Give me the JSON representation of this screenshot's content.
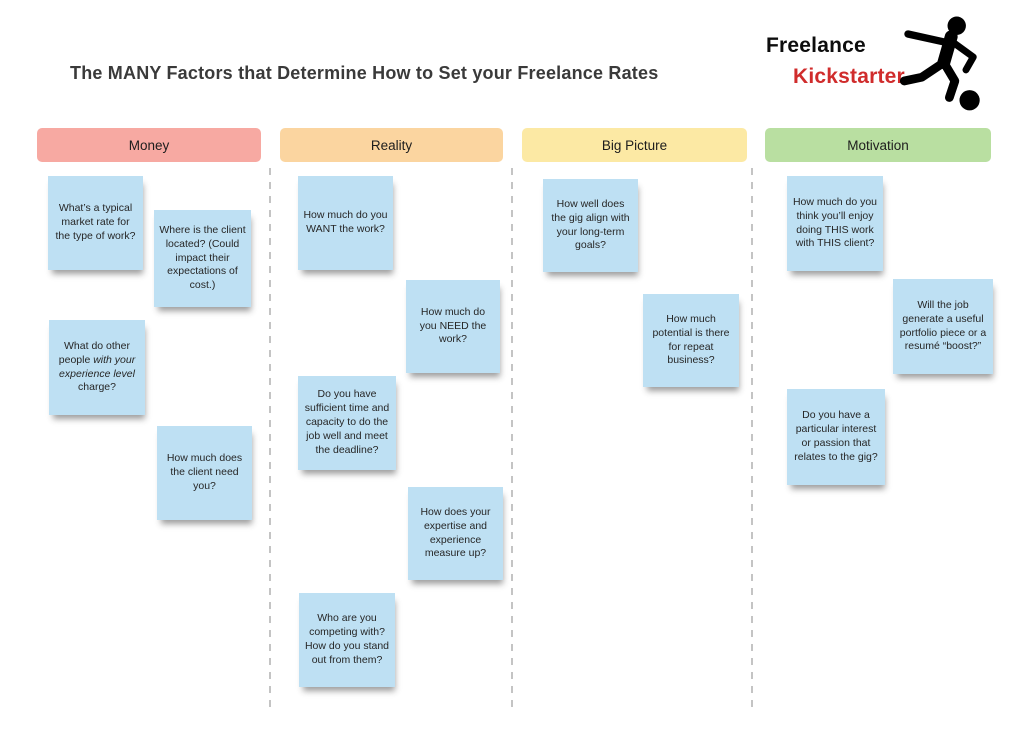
{
  "page": {
    "title": "The MANY Factors that Determine How to Set your Freelance Rates"
  },
  "logo": {
    "word1": "Freelance",
    "word2": "Kickstarter",
    "word2_color": "#d02c2c",
    "icon": "kicking-person-icon"
  },
  "colors": {
    "background": "#ffffff",
    "note": "#bee0f3",
    "divider": "#c4c4c4",
    "title_text": "#3a3a3a"
  },
  "board": {
    "note_color": "#bee0f3",
    "columns": [
      {
        "label": "Money",
        "header_color": "#f7a9a2",
        "notes": [
          {
            "text": "What’s a typical market rate for the type of work?"
          },
          {
            "text": "Where is the client located? (Could impact their expectations of cost.)"
          },
          {
            "text_pre": "What do other people ",
            "text_italic": "with your experience level",
            "text_post": " charge?"
          },
          {
            "text": "How much does the client need you?"
          }
        ]
      },
      {
        "label": "Reality",
        "header_color": "#fbd5a0",
        "notes": [
          {
            "text": "How much do you WANT the work?"
          },
          {
            "text": "How much do you NEED the work?"
          },
          {
            "text": "Do you have sufficient time and capacity to do the job well and meet the deadline?"
          },
          {
            "text": "How does your expertise and experience measure up?"
          },
          {
            "text": "Who are you competing with? How do you stand out from them?"
          }
        ]
      },
      {
        "label": "Big Picture",
        "header_color": "#fce9a4",
        "notes": [
          {
            "text": "How well does the gig align with your long-term goals?"
          },
          {
            "text": "How much potential is there for repeat business?"
          }
        ]
      },
      {
        "label": "Motivation",
        "header_color": "#b9dfa1",
        "notes": [
          {
            "text": "How much do you think you’ll enjoy doing THIS work with THIS client?"
          },
          {
            "text": "Will the job generate a useful portfolio piece or a resumé “boost?”"
          },
          {
            "text": "Do you have a particular interest or passion that relates to the gig?"
          }
        ]
      }
    ]
  }
}
